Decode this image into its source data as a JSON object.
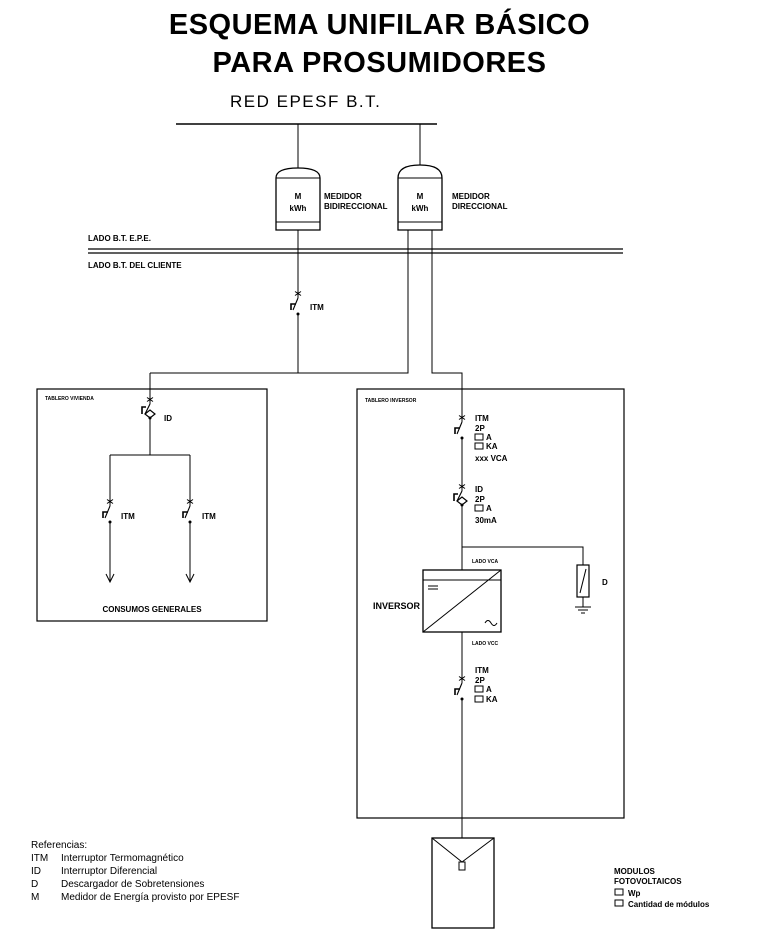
{
  "title": {
    "line1": "ESQUEMA UNIFILAR BÁSICO",
    "line2": "PARA PROSUMIDORES"
  },
  "grid_label": "RED EPESF B.T.",
  "meters": [
    {
      "symbol": "M",
      "unit": "kWh",
      "label_line1": "MEDIDOR",
      "label_line2": "BIDIRECCIONAL"
    },
    {
      "symbol": "M",
      "unit": "kWh",
      "label_line1": "MEDIDOR",
      "label_line2": "DIRECCIONAL"
    }
  ],
  "sides": {
    "epe": "LADO B.T. E.P.E.",
    "cliente": "LADO B.T. DEL CLIENTE"
  },
  "main_itm": "ITM",
  "tablero_vivienda": {
    "title": "TABLERO VIVIENDA",
    "id_label": "ID",
    "itm_left": "ITM",
    "itm_right": "ITM",
    "consumos": "CONSUMOS GENERALES"
  },
  "tablero_inversor": {
    "title": "TABLERO INVERSOR",
    "itm_top": {
      "l1": "ITM",
      "l2": "2P",
      "l3": "A",
      "l4": "KA",
      "l5": "xxx  VCA"
    },
    "id": {
      "l1": "ID",
      "l2": "2P",
      "l3": "A",
      "l4": "30mA"
    },
    "lado_vca": "LADO VCA",
    "inversor": "INVERSOR",
    "lado_vcc": "LADO VCC",
    "itm_bottom": {
      "l1": "ITM",
      "l2": "2P",
      "l3": "A",
      "l4": "KA"
    },
    "d_label": "D"
  },
  "modulos": {
    "l1": "MODULOS",
    "l2": "FOTOVOLTAICOS",
    "wp": "Wp",
    "cantidad": "Cantidad  de  módulos"
  },
  "referencias": {
    "title": "Referencias:",
    "items": [
      {
        "key": "ITM",
        "desc": "Interruptor Termomagnético"
      },
      {
        "key": "ID",
        "desc": "Interruptor Diferencial"
      },
      {
        "key": "D",
        "desc": "Descargador de Sobretensiones"
      },
      {
        "key": "M",
        "desc": "Medidor de Energía provisto por EPESF"
      }
    ]
  }
}
